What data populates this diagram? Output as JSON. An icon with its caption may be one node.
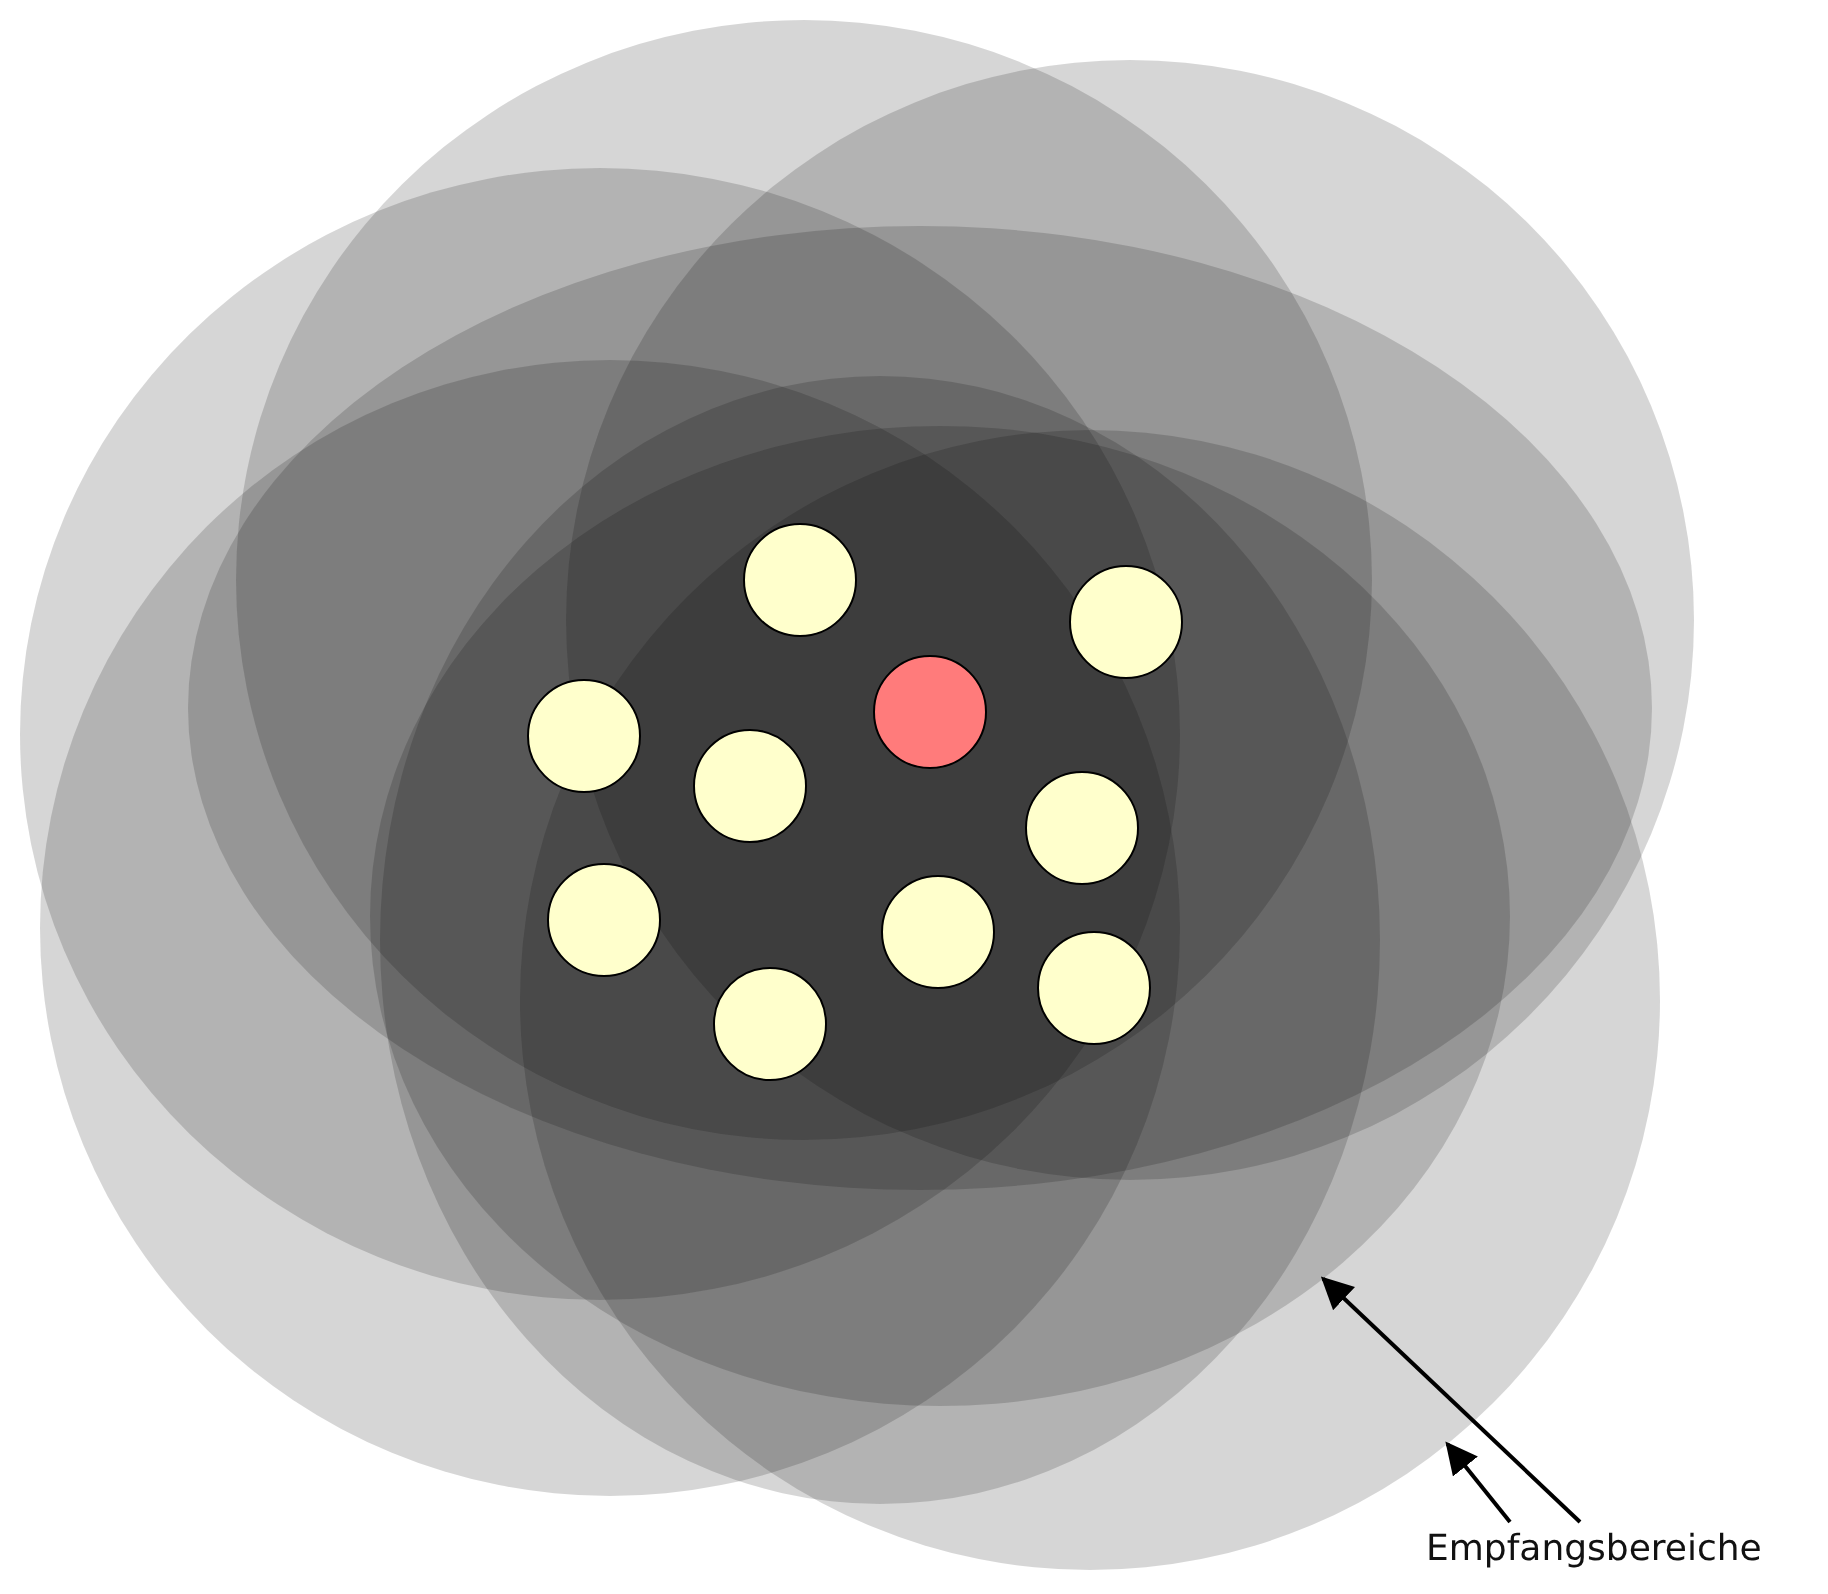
{
  "diagram": {
    "nodes": [
      {
        "text": [
          "Empfangsbereiche"
        ]
      },
      {
        "text": [],
        "shape": "circle"
      },
      {
        "text": [],
        "shape": "circle"
      }
    ],
    "edges": [
      {
        "from": 0,
        "to": 1,
        "arrow": "to"
      },
      {
        "from": 0,
        "to": 2,
        "arrow": "to"
      }
    ]
  }
}
